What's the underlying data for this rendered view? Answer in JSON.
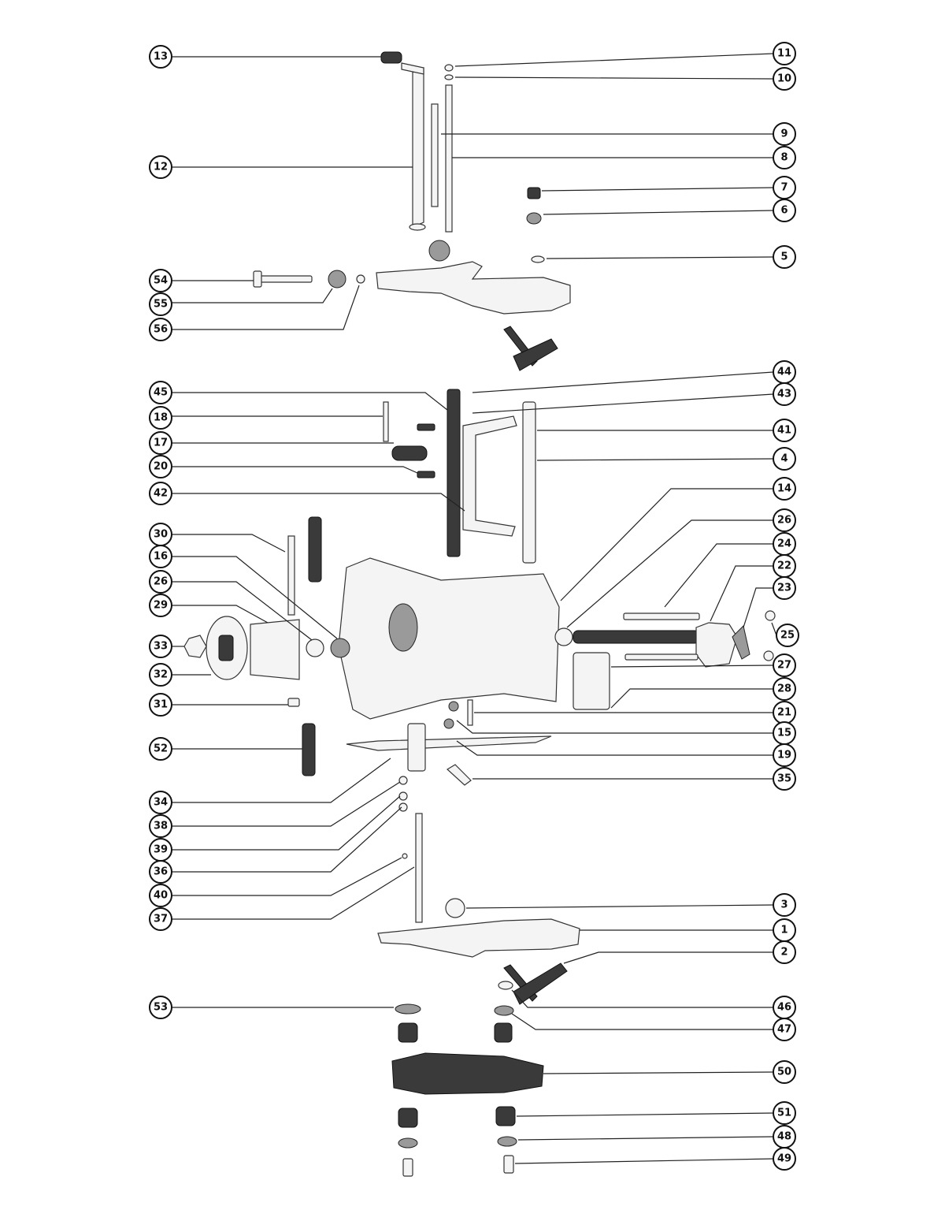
{
  "callouts": [
    {
      "id": "c13",
      "number": "13"
    },
    {
      "id": "c12",
      "number": "12"
    },
    {
      "id": "c54",
      "number": "54"
    },
    {
      "id": "c55",
      "number": "55"
    },
    {
      "id": "c56",
      "number": "56"
    },
    {
      "id": "c45",
      "number": "45"
    },
    {
      "id": "c18",
      "number": "18"
    },
    {
      "id": "c17",
      "number": "17"
    },
    {
      "id": "c20",
      "number": "20"
    },
    {
      "id": "c42",
      "number": "42"
    },
    {
      "id": "c30",
      "number": "30"
    },
    {
      "id": "c16",
      "number": "16"
    },
    {
      "id": "c26a",
      "number": "26"
    },
    {
      "id": "c29",
      "number": "29"
    },
    {
      "id": "c33",
      "number": "33"
    },
    {
      "id": "c32",
      "number": "32"
    },
    {
      "id": "c31",
      "number": "31"
    },
    {
      "id": "c52",
      "number": "52"
    },
    {
      "id": "c34",
      "number": "34"
    },
    {
      "id": "c38",
      "number": "38"
    },
    {
      "id": "c39",
      "number": "39"
    },
    {
      "id": "c36",
      "number": "36"
    },
    {
      "id": "c40",
      "number": "40"
    },
    {
      "id": "c37",
      "number": "37"
    },
    {
      "id": "c53",
      "number": "53"
    },
    {
      "id": "c11",
      "number": "11"
    },
    {
      "id": "c10",
      "number": "10"
    },
    {
      "id": "c9",
      "number": "9"
    },
    {
      "id": "c8",
      "number": "8"
    },
    {
      "id": "c7",
      "number": "7"
    },
    {
      "id": "c6",
      "number": "6"
    },
    {
      "id": "c5",
      "number": "5"
    },
    {
      "id": "c44",
      "number": "44"
    },
    {
      "id": "c43",
      "number": "43"
    },
    {
      "id": "c41",
      "number": "41"
    },
    {
      "id": "c4",
      "number": "4"
    },
    {
      "id": "c14",
      "number": "14"
    },
    {
      "id": "c26b",
      "number": "26"
    },
    {
      "id": "c24",
      "number": "24"
    },
    {
      "id": "c22",
      "number": "22"
    },
    {
      "id": "c23",
      "number": "23"
    },
    {
      "id": "c25",
      "number": "25"
    },
    {
      "id": "c27",
      "number": "27"
    },
    {
      "id": "c28",
      "number": "28"
    },
    {
      "id": "c21",
      "number": "21"
    },
    {
      "id": "c15",
      "number": "15"
    },
    {
      "id": "c19",
      "number": "19"
    },
    {
      "id": "c35",
      "number": "35"
    },
    {
      "id": "c3",
      "number": "3"
    },
    {
      "id": "c1",
      "number": "1"
    },
    {
      "id": "c2",
      "number": "2"
    },
    {
      "id": "c46",
      "number": "46"
    },
    {
      "id": "c47",
      "number": "47"
    },
    {
      "id": "c50",
      "number": "50"
    },
    {
      "id": "c51",
      "number": "51"
    },
    {
      "id": "c48",
      "number": "48"
    },
    {
      "id": "c49",
      "number": "49"
    }
  ]
}
